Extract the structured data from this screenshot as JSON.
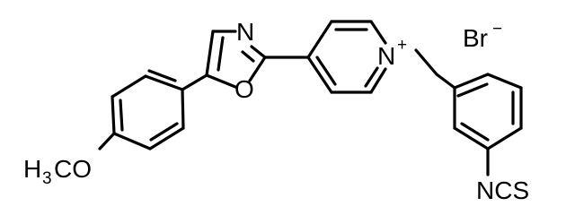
{
  "molecule": {
    "atoms": {
      "oxazole_n": "N",
      "oxazole_o": "O",
      "pyridinium_n": "N",
      "pyridinium_charge": "+",
      "counterion": "Br",
      "counterion_charge": "−",
      "methoxy_h": "H",
      "methoxy_h_count": "3",
      "methoxy_co": "CO",
      "isothiocyanate": "NCS"
    }
  }
}
